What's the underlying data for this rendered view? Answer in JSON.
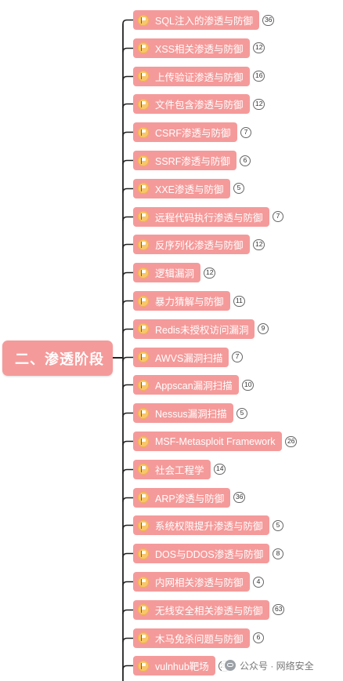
{
  "root": {
    "label": "二、渗透阶段"
  },
  "nodes": [
    {
      "label": "SQL注入的渗透与防御",
      "count": "36"
    },
    {
      "label": "XSS相关渗透与防御",
      "count": "12"
    },
    {
      "label": "上传验证渗透与防御",
      "count": "16"
    },
    {
      "label": "文件包含渗透与防御",
      "count": "12"
    },
    {
      "label": "CSRF渗透与防御",
      "count": "7"
    },
    {
      "label": "SSRF渗透与防御",
      "count": "6"
    },
    {
      "label": "XXE渗透与防御",
      "count": "5"
    },
    {
      "label": "远程代码执行渗透与防御",
      "count": "7"
    },
    {
      "label": "反序列化渗透与防御",
      "count": "12"
    },
    {
      "label": "逻辑漏洞",
      "count": "12"
    },
    {
      "label": "暴力猜解与防御",
      "count": "11"
    },
    {
      "label": "Redis未授权访问漏洞",
      "count": "9"
    },
    {
      "label": "AWVS漏洞扫描",
      "count": "7"
    },
    {
      "label": "Appscan漏洞扫描",
      "count": "10"
    },
    {
      "label": "Nessus漏洞扫描",
      "count": "5"
    },
    {
      "label": "MSF-Metasploit Framework",
      "count": "26"
    },
    {
      "label": "社会工程学",
      "count": "14"
    },
    {
      "label": "ARP渗透与防御",
      "count": "36"
    },
    {
      "label": "系统权限提升渗透与防御",
      "count": "5"
    },
    {
      "label": "DOS与DDOS渗透与防御",
      "count": "8"
    },
    {
      "label": "内网相关渗透与防御",
      "count": "4"
    },
    {
      "label": "无线安全相关渗透与防御",
      "count": "63"
    },
    {
      "label": "木马免杀问题与防御",
      "count": "6"
    },
    {
      "label": "vulnhub靶场",
      "count": "22"
    }
  ],
  "watermark": {
    "text": "公众号 · 网络安全"
  },
  "colors": {
    "node": "#f59a9a",
    "connector": "#222222",
    "flag": "#f8c76b"
  },
  "icons": {
    "node_marker": "flag-icon",
    "watermark": "wechat-icon"
  }
}
